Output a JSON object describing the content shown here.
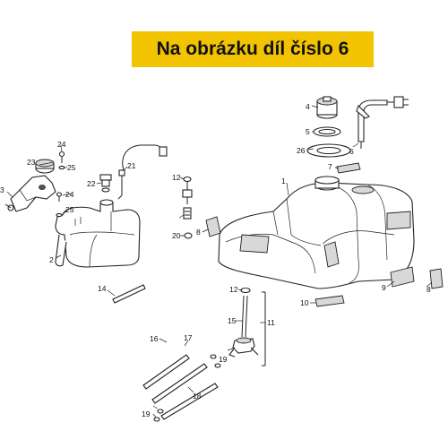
{
  "banner": {
    "text": "Na obrázku díl číslo 6",
    "background": "#f2c300"
  },
  "callouts": [
    "1",
    "2",
    "3",
    "4",
    "5",
    "6",
    "7",
    "8",
    "8",
    "9",
    "10",
    "11",
    "12",
    "12",
    "14",
    "15",
    "16",
    "17",
    "18",
    "19",
    "19",
    "20",
    "21",
    "22",
    "23",
    "24",
    "24",
    "25",
    "25",
    "26"
  ]
}
